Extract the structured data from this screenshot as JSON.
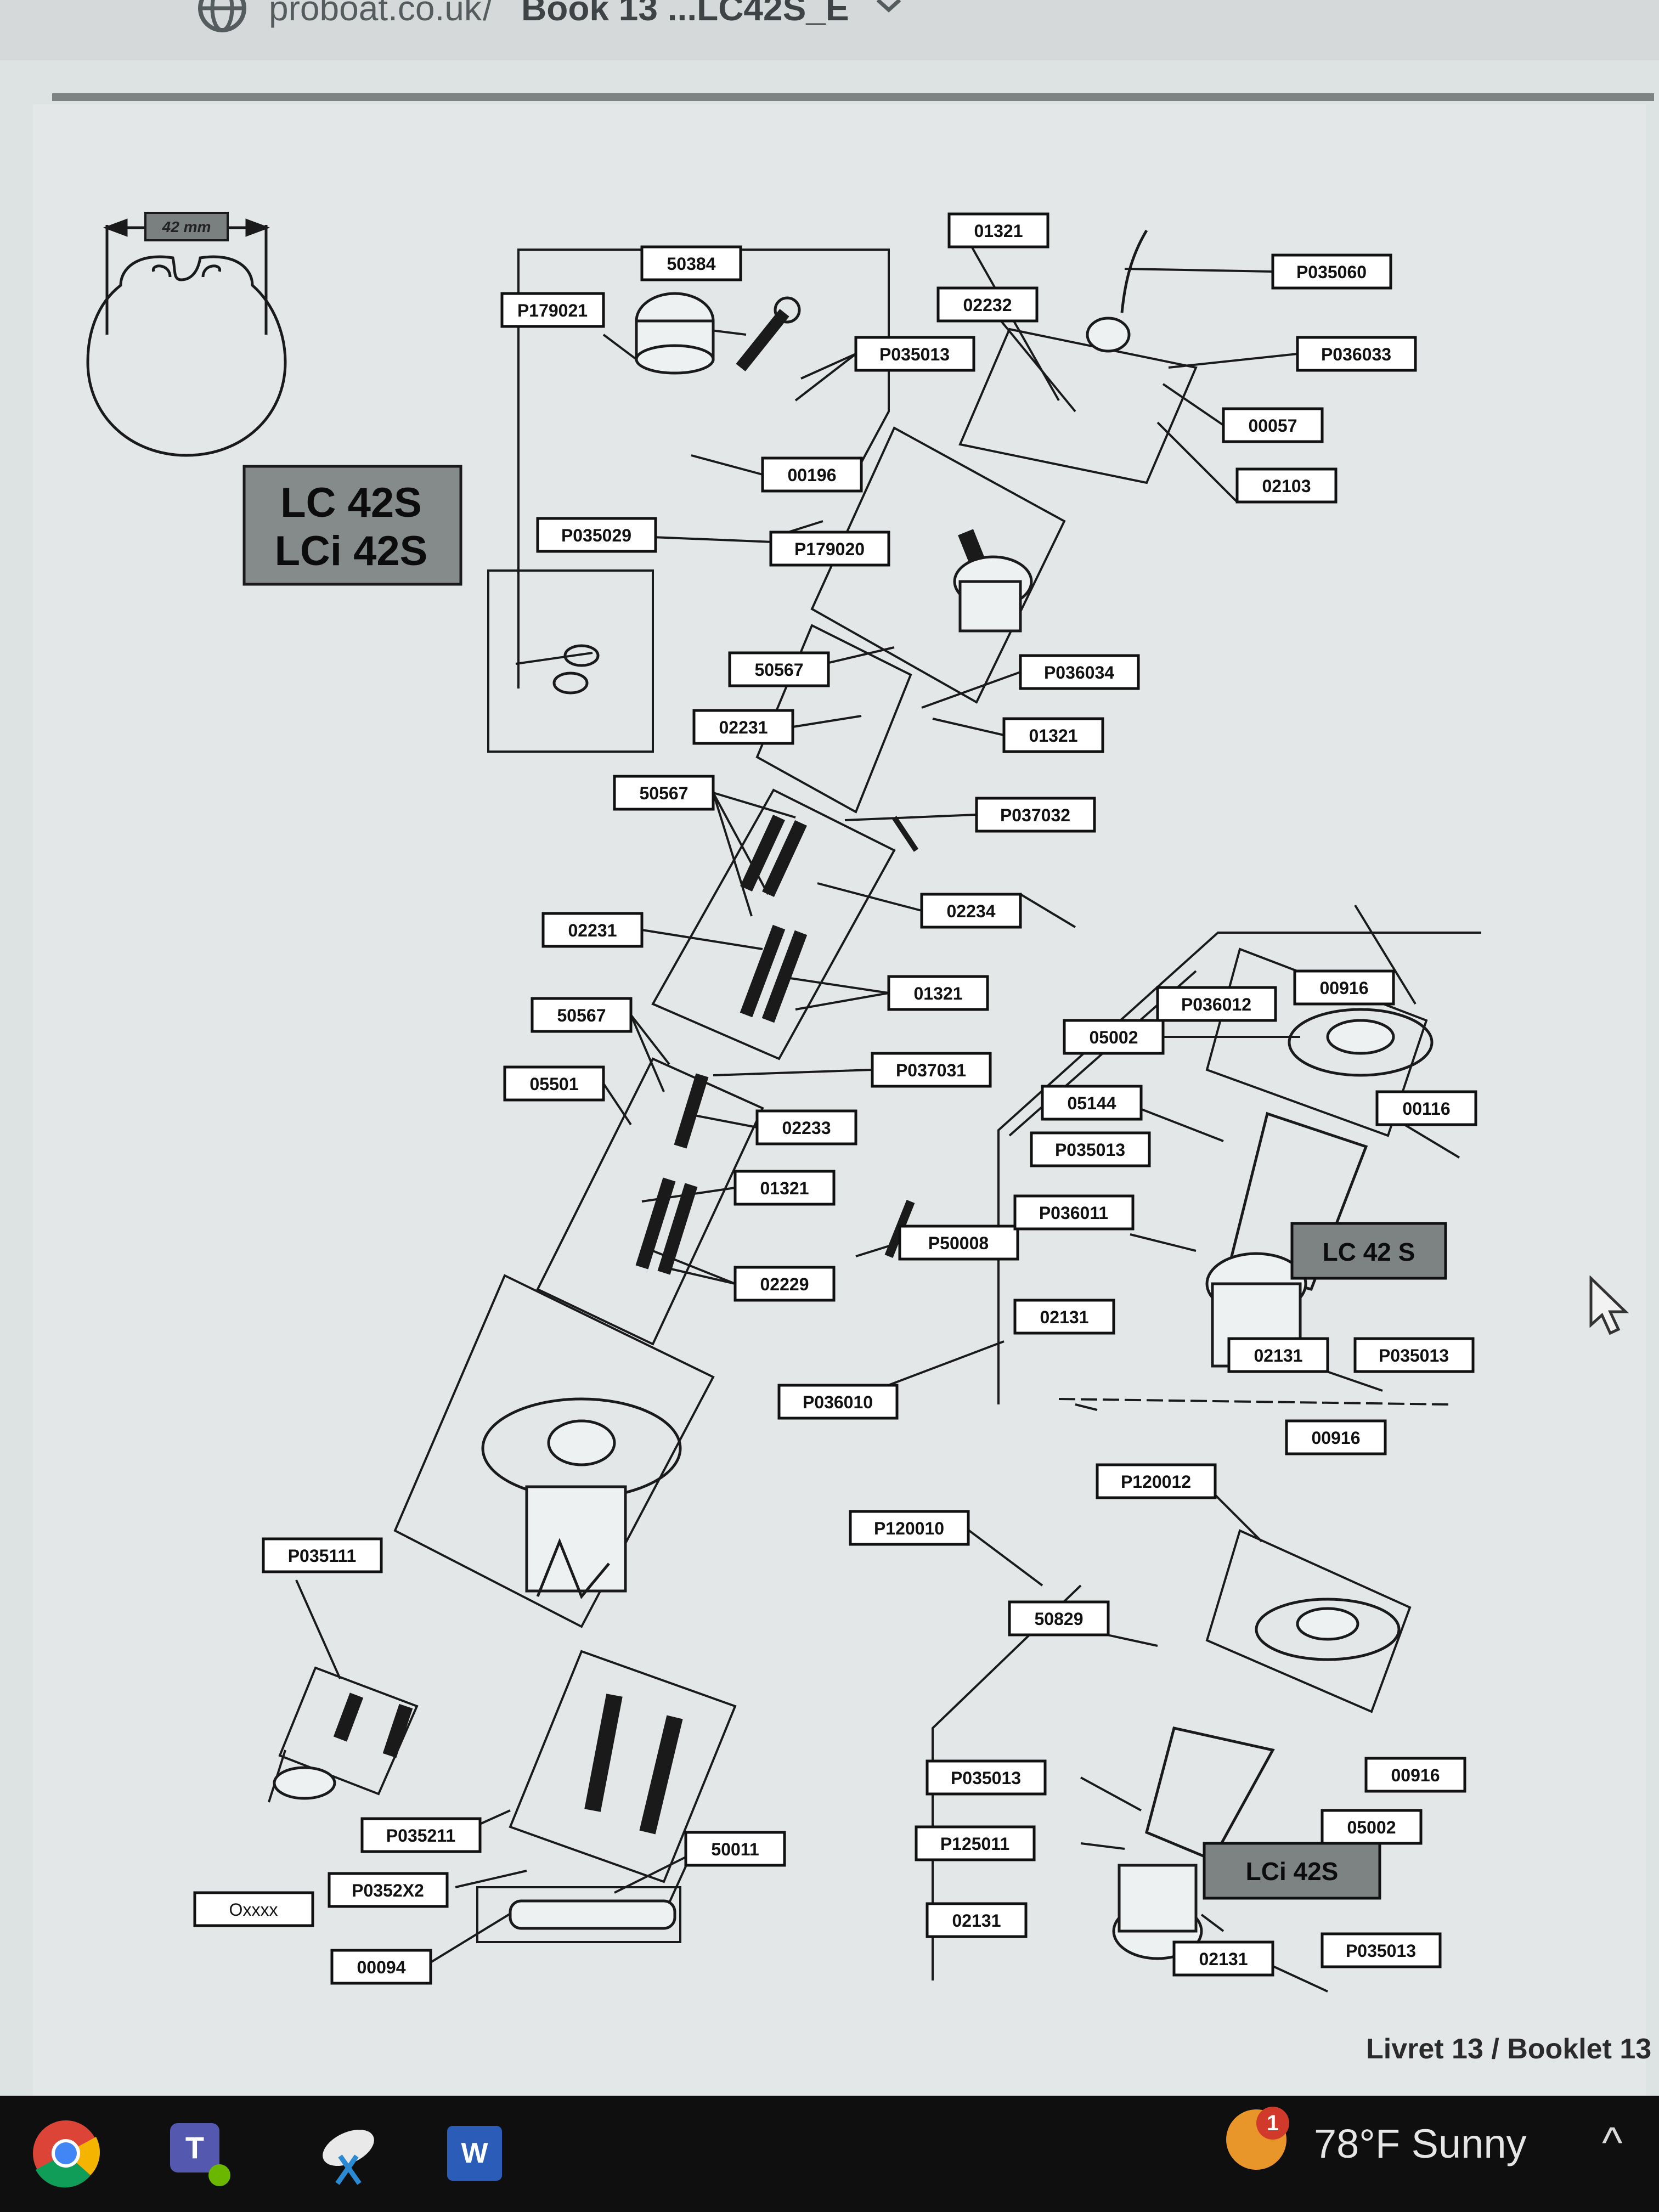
{
  "breadcrumb": {
    "site": "proboat.co.uk",
    "separator": "/",
    "document": "Book 13 ...LC42S_E"
  },
  "diagram": {
    "dimension_label": "42 mm",
    "model_box": {
      "line1": "LC 42S",
      "line2": "LCi 42S"
    },
    "lc_label": "LC 42 S",
    "lci_label": "LCi 42S",
    "parts": [
      "P179021",
      "50384",
      "P035013",
      "00196",
      "P035029",
      "P179020",
      "01321",
      "02232",
      "P035060",
      "P036033",
      "00057",
      "02103",
      "50567",
      "02231",
      "P036034",
      "01321",
      "50567",
      "P037032",
      "02234",
      "02231",
      "01321",
      "50567",
      "05501",
      "P037031",
      "02233",
      "01321",
      "02229",
      "P50008",
      "P036010",
      "P036012",
      "00916",
      "05002",
      "05144",
      "P035013",
      "00116",
      "P036011",
      "02131",
      "02131",
      "P035013",
      "00916",
      "P120012",
      "P120010",
      "50829",
      "P035013",
      "00916",
      "05002",
      "P125011",
      "02131",
      "02131",
      "P035013",
      "P035111",
      "Oxxxx",
      "P035211",
      "P0352X2",
      "00094",
      "50011"
    ]
  },
  "footer": {
    "booklet": "Livret 13 / Booklet 13"
  },
  "taskbar": {
    "apps": [
      "chrome-icon",
      "teams-icon",
      "snipping-tool-icon",
      "word-icon"
    ],
    "teams_letter": "T",
    "word_letter": "W",
    "weather_alert_count": "1",
    "weather": "78°F  Sunny",
    "tray_chevron": "^"
  }
}
